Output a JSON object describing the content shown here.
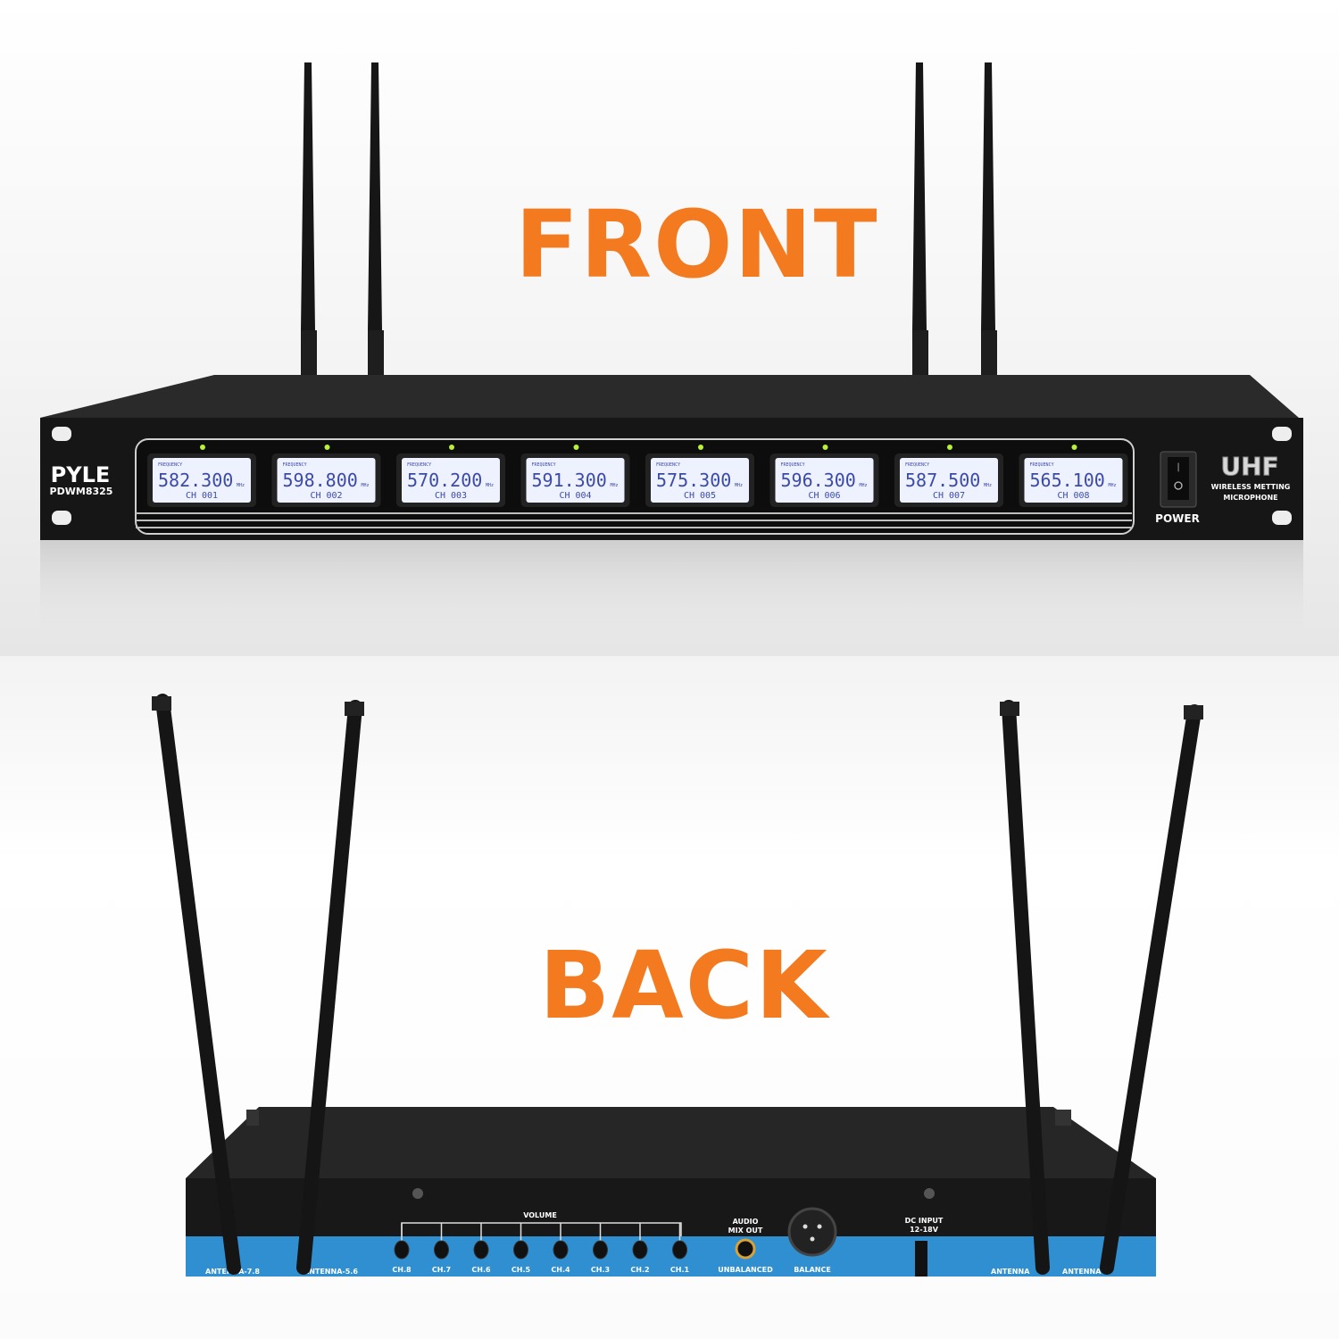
{
  "front": {
    "heading": "FRONT",
    "brand": "PYLE",
    "model": "PDWM8325",
    "band_logo": "UHF",
    "band_subtitle_1": "WIRELESS METTING",
    "band_subtitle_2": "MICROPHONE",
    "power_label": "POWER",
    "display_label": "FREQUENCY",
    "unit": "MHz",
    "channels": [
      {
        "freq": "582.300",
        "ch": "CH 001"
      },
      {
        "freq": "598.800",
        "ch": "CH 002"
      },
      {
        "freq": "570.200",
        "ch": "CH 003"
      },
      {
        "freq": "591.300",
        "ch": "CH 004"
      },
      {
        "freq": "575.300",
        "ch": "CH 005"
      },
      {
        "freq": "596.300",
        "ch": "CH 006"
      },
      {
        "freq": "587.500",
        "ch": "CH 007"
      },
      {
        "freq": "565.100",
        "ch": "CH 008"
      }
    ]
  },
  "back": {
    "heading": "BACK",
    "volume_label": "VOLUME",
    "knobs": [
      "CH.8",
      "CH.7",
      "CH.6",
      "CH.5",
      "CH.4",
      "CH.3",
      "CH.2",
      "CH.1"
    ],
    "audio_label_1": "AUDIO",
    "audio_label_2": "MIX OUT",
    "unbalanced_label": "UNBALANCED",
    "balance_label": "BALANCE",
    "dc_label_1": "DC INPUT",
    "dc_label_2": "12-18V",
    "antenna_left_1": "ANTENNA-7.8",
    "antenna_left_2": "ANTENNA-5.6",
    "antenna_right_1": "ANTENNA",
    "antenna_right_2": "ANTENNA-"
  },
  "colors": {
    "heading": "#f47a20",
    "chassis": "#1b1b1b",
    "back_panel_band": "#2f8fd1",
    "lcd": "#eef2ff",
    "led": "#b8f03a"
  }
}
